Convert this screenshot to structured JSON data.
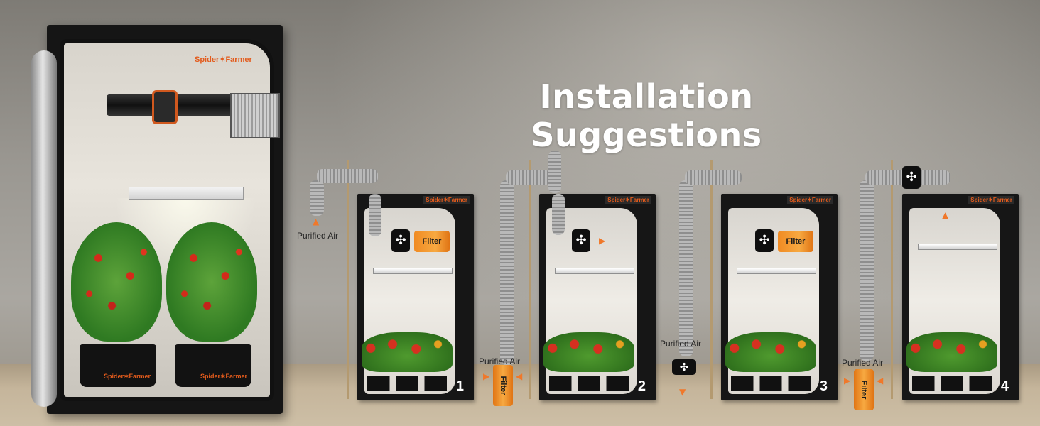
{
  "title": "Installation Suggestions",
  "brand": "Spider✶Farmer",
  "purified_air_label": "Purified Air",
  "filter_label": "Filter",
  "fan_symbol": "✣",
  "arrow_symbol": "▲",
  "arrow_down_symbol": "▼",
  "arrow_left_symbol": "◀",
  "arrow_right_symbol": "▶",
  "setups": [
    {
      "number": "1"
    },
    {
      "number": "2"
    },
    {
      "number": "3"
    },
    {
      "number": "4"
    }
  ],
  "colors": {
    "accent_orange": "#f0782a",
    "brand_orange": "#e35b1c",
    "title": "#ffffff",
    "tent": "#161616"
  }
}
